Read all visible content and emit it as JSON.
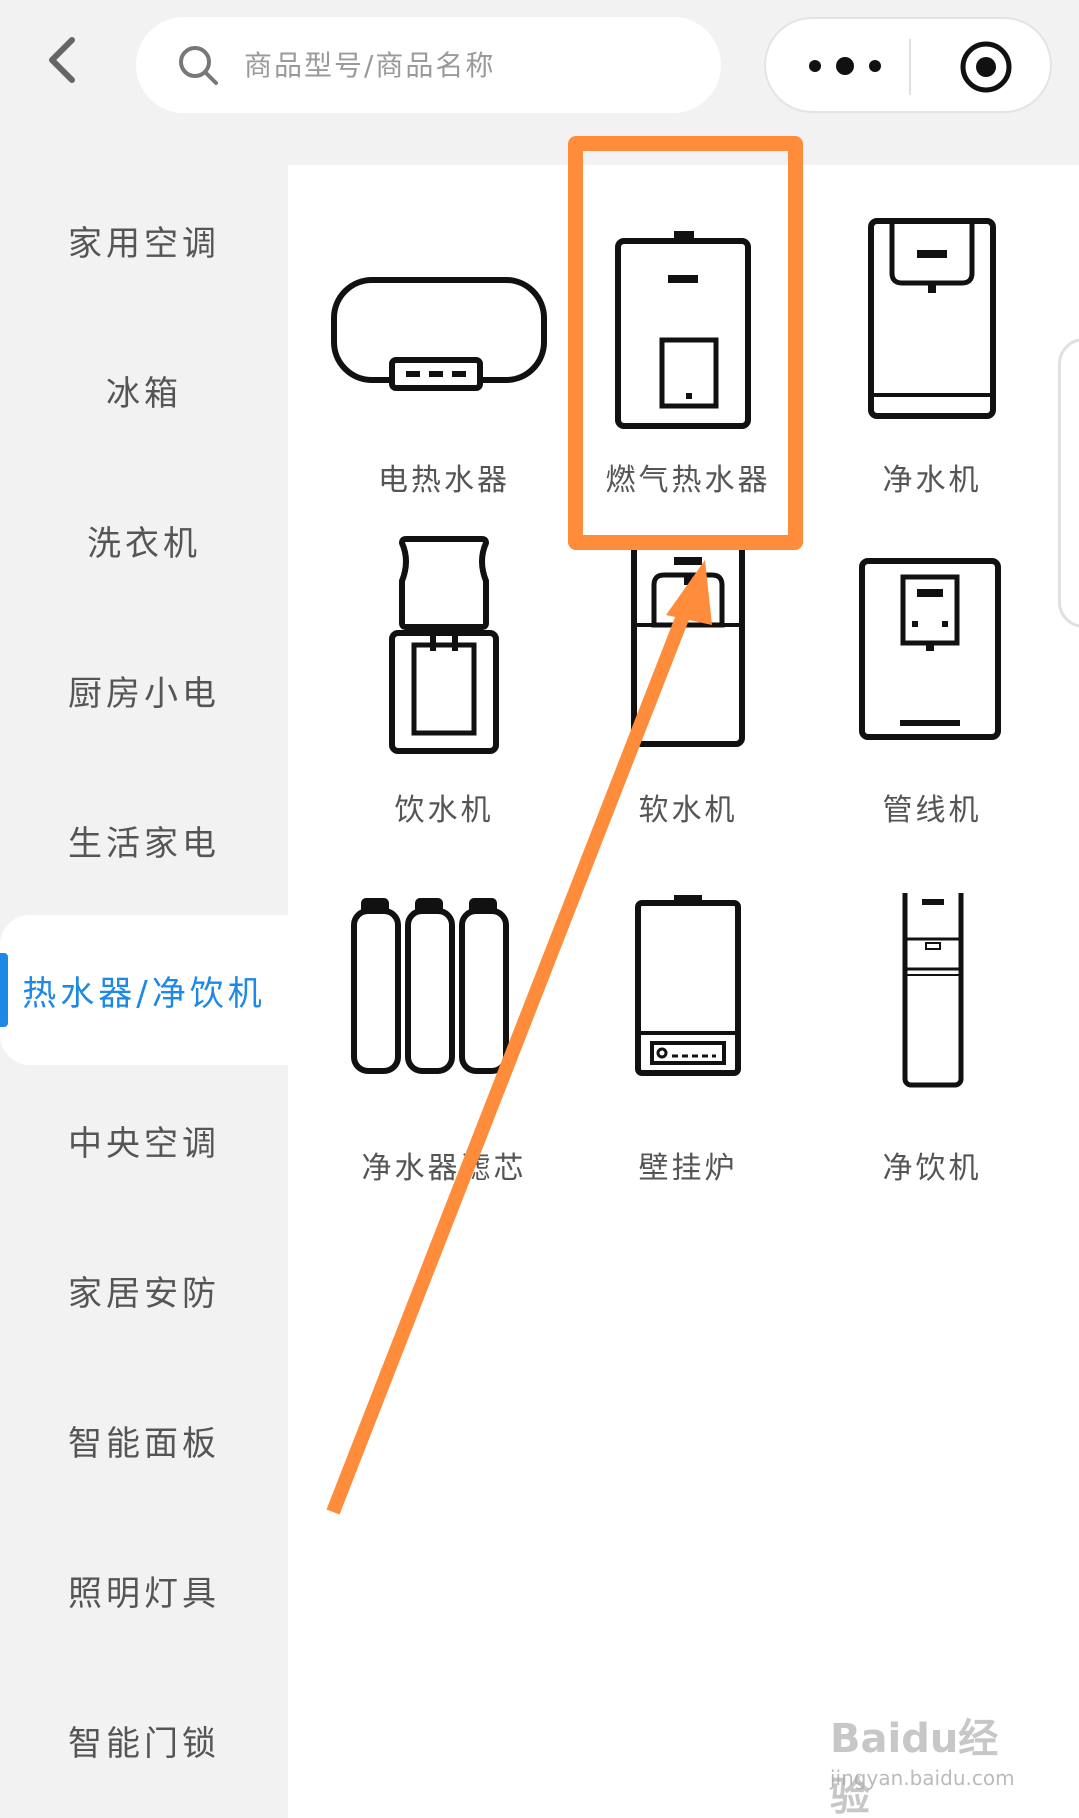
{
  "header": {
    "search_placeholder": "商品型号/商品名称"
  },
  "sidebar": {
    "items": [
      {
        "label": "家用空调"
      },
      {
        "label": "冰箱"
      },
      {
        "label": "洗衣机"
      },
      {
        "label": "厨房小电"
      },
      {
        "label": "生活家电"
      },
      {
        "label": "热水器/净饮机",
        "active": true
      },
      {
        "label": "中央空调"
      },
      {
        "label": "家居安防"
      },
      {
        "label": "智能面板"
      },
      {
        "label": "照明灯具"
      },
      {
        "label": "智能门锁"
      }
    ],
    "active_color": "#1e88e5"
  },
  "products": [
    {
      "label": "电热水器",
      "icon": "electric-water-heater-icon"
    },
    {
      "label": "燃气热水器",
      "icon": "gas-water-heater-icon"
    },
    {
      "label": "净水机",
      "icon": "water-purifier-icon"
    },
    {
      "label": "饮水机",
      "icon": "water-dispenser-icon"
    },
    {
      "label": "软水机",
      "icon": "water-softener-icon"
    },
    {
      "label": "管线机",
      "icon": "pipeline-machine-icon"
    },
    {
      "label": "净水器滤芯",
      "icon": "filter-cartridge-icon"
    },
    {
      "label": "壁挂炉",
      "icon": "wall-boiler-icon"
    },
    {
      "label": "净饮机",
      "icon": "drinking-machine-icon"
    }
  ],
  "annotation": {
    "highlight_color": "#ff8c3a"
  },
  "watermark": {
    "brand": "Baidu经验",
    "url": "jingyan.baidu.com"
  }
}
